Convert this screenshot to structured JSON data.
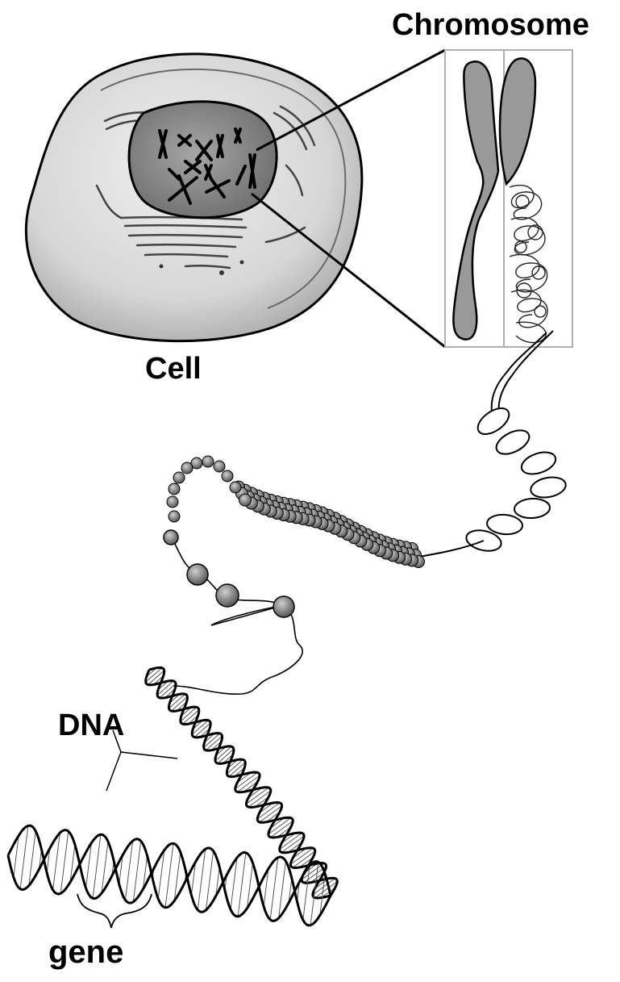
{
  "labels": {
    "chromosome": "Chromosome",
    "cell": "Cell",
    "dna": "DNA",
    "gene": "gene"
  },
  "colors": {
    "cell_fill": "#d9d9d9",
    "nucleus_fill": "#8c8c8c",
    "chromosome_fill": "#9a9a9a",
    "outline": "#000000",
    "frame": "#b0b0b0"
  },
  "icons": [
    "cell-icon",
    "nucleus-icon",
    "chromosome-icon",
    "dna-helix-icon"
  ]
}
